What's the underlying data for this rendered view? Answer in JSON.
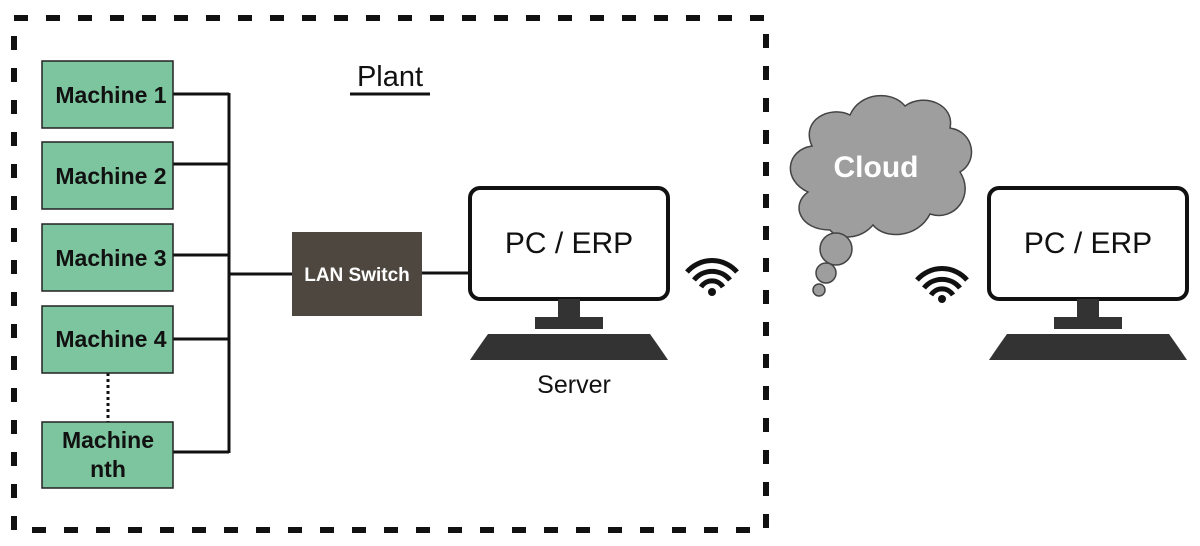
{
  "plant": {
    "label": "Plant"
  },
  "machines": [
    {
      "label": "Machine 1"
    },
    {
      "label": "Machine 2"
    },
    {
      "label": "Machine 3"
    },
    {
      "label": "Machine 4"
    },
    {
      "label_line1": "Machine",
      "label_line2": "nth"
    }
  ],
  "lan_switch": {
    "label": "LAN Switch"
  },
  "server": {
    "screen_label": "PC / ERP",
    "caption": "Server"
  },
  "cloud": {
    "label": "Cloud"
  },
  "remote_pc": {
    "screen_label": "PC / ERP"
  },
  "colors": {
    "machine_fill": "#7dc59e",
    "switch_fill": "#4d4740",
    "cloud_fill": "#9e9e9e",
    "line": "#111111"
  },
  "icons": [
    "wifi-icon",
    "cloud-icon",
    "monitor-icon"
  ]
}
